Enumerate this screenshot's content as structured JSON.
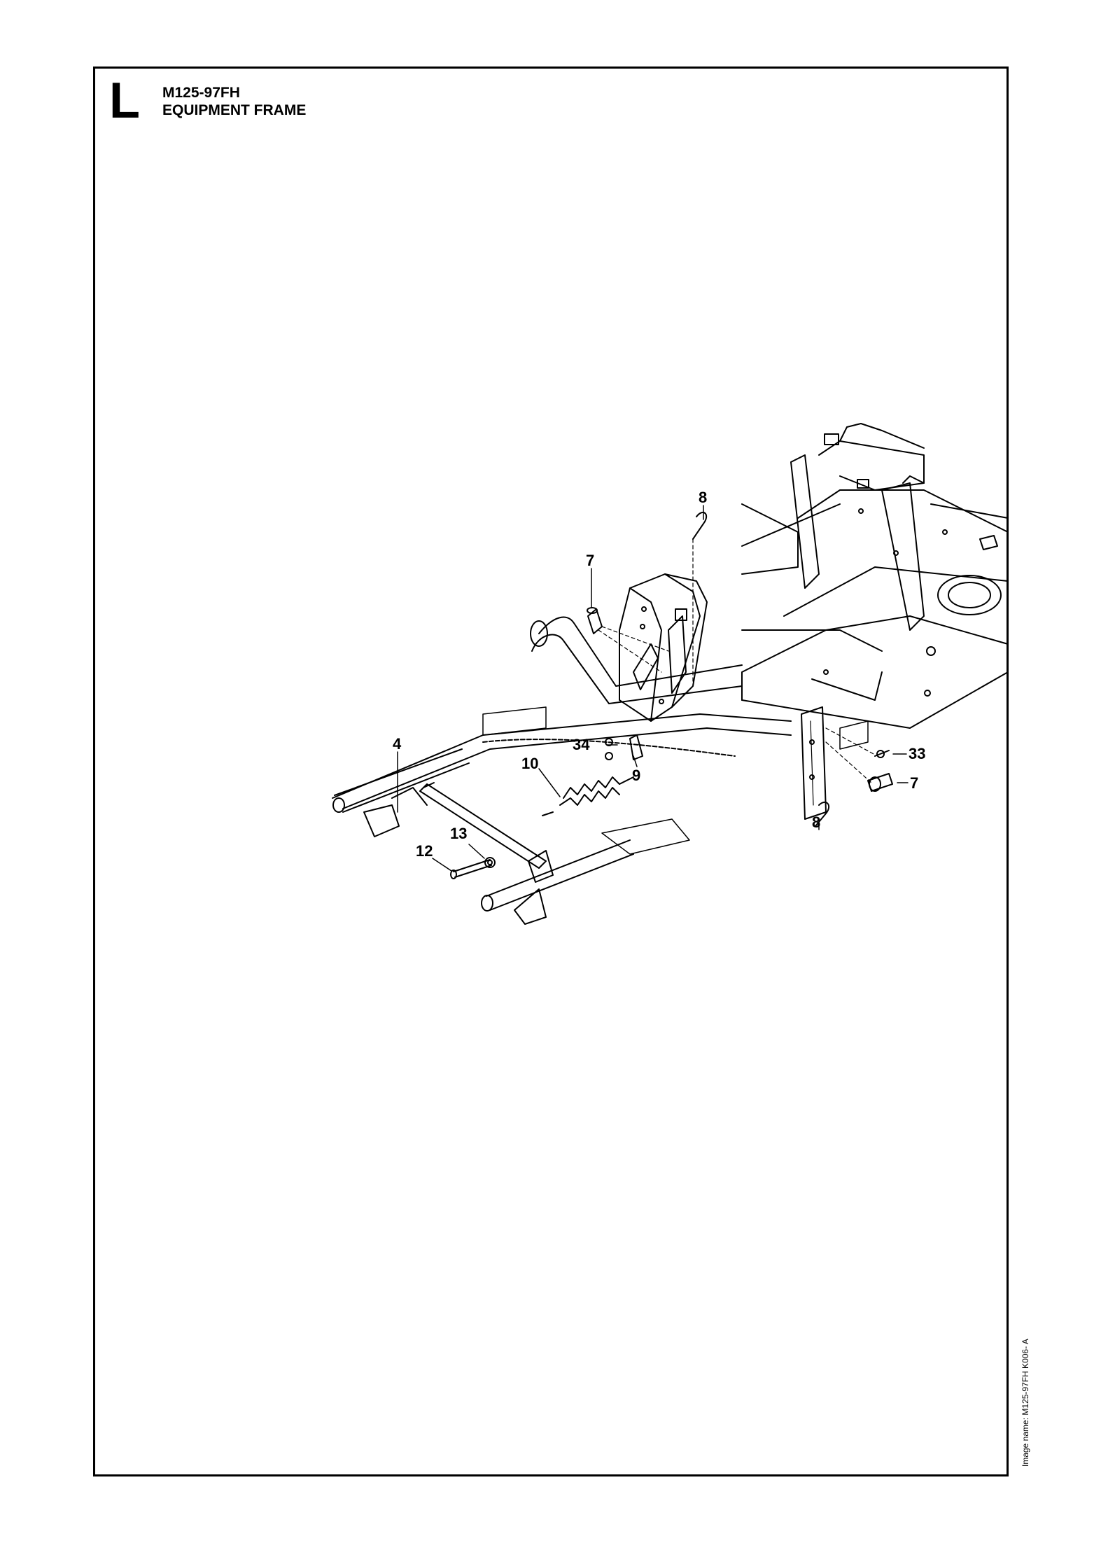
{
  "header": {
    "section_letter": "L",
    "model": "M125-97FH",
    "title": "EQUIPMENT FRAME"
  },
  "callouts": [
    {
      "id": "c8-top",
      "label": "8"
    },
    {
      "id": "c7-left",
      "label": "7"
    },
    {
      "id": "c4",
      "label": "4"
    },
    {
      "id": "c34",
      "label": "34"
    },
    {
      "id": "c10",
      "label": "10"
    },
    {
      "id": "c9",
      "label": "9"
    },
    {
      "id": "c33",
      "label": "33"
    },
    {
      "id": "c7-right",
      "label": "7"
    },
    {
      "id": "c8-bottom",
      "label": "8"
    },
    {
      "id": "c13",
      "label": "13"
    },
    {
      "id": "c12",
      "label": "12"
    }
  ],
  "footer": {
    "image_name": "Image name: M125-97FH K006- A"
  }
}
